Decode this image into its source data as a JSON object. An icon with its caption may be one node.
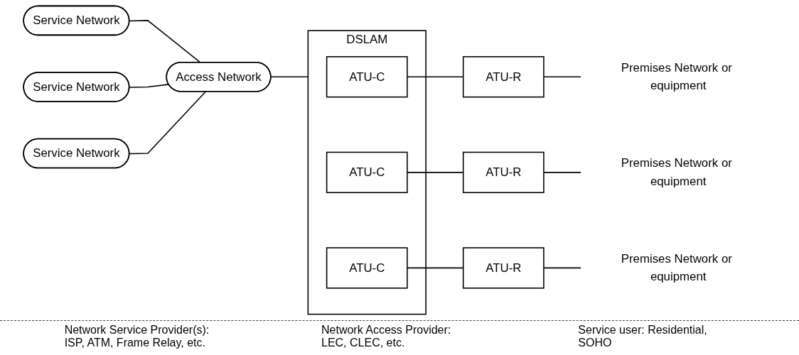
{
  "diagram": {
    "nodes": [
      {
        "text": [
          "Service Network"
        ]
      },
      {
        "text": [
          "Service Network"
        ]
      },
      {
        "text": [
          "Service Network"
        ]
      },
      {
        "text": [
          "Access Network"
        ]
      },
      {
        "text": [
          "DSLAM"
        ]
      },
      {
        "text": [
          "ATU-C"
        ],
        "in": 4
      },
      {
        "text": [
          "ATU-C"
        ],
        "in": 4
      },
      {
        "text": [
          "ATU-C"
        ],
        "in": 4
      },
      {
        "text": [
          "ATU-R"
        ]
      },
      {
        "text": [
          "ATU-R"
        ]
      },
      {
        "text": [
          "ATU-R"
        ]
      },
      {
        "text": [
          "Premises Network or equipment"
        ]
      },
      {
        "text": [
          "Premises Network or equipment"
        ]
      },
      {
        "text": [
          "Premises Network or equipment"
        ]
      }
    ],
    "edges": [
      {
        "from": 0,
        "to": 3,
        "arrow": "none"
      },
      {
        "from": 1,
        "to": 3,
        "arrow": "none"
      },
      {
        "from": 2,
        "to": 3,
        "arrow": "none"
      },
      {
        "from": 3,
        "to": 4,
        "arrow": "none"
      },
      {
        "from": 5,
        "to": 8,
        "arrow": "none"
      },
      {
        "from": 6,
        "to": 9,
        "arrow": "none"
      },
      {
        "from": 7,
        "to": 10,
        "arrow": "none"
      },
      {
        "from": 8,
        "to": 11,
        "arrow": "none"
      },
      {
        "from": 9,
        "to": 12,
        "arrow": "none"
      },
      {
        "from": 10,
        "to": 13,
        "arrow": "none"
      }
    ],
    "labels": [
      "Network Service Provider(s): ISP, ATM, Frame Relay, etc.",
      "Network Access Provider: LEC, CLEC, etc.",
      "Service user: Residential, SOHO"
    ]
  }
}
